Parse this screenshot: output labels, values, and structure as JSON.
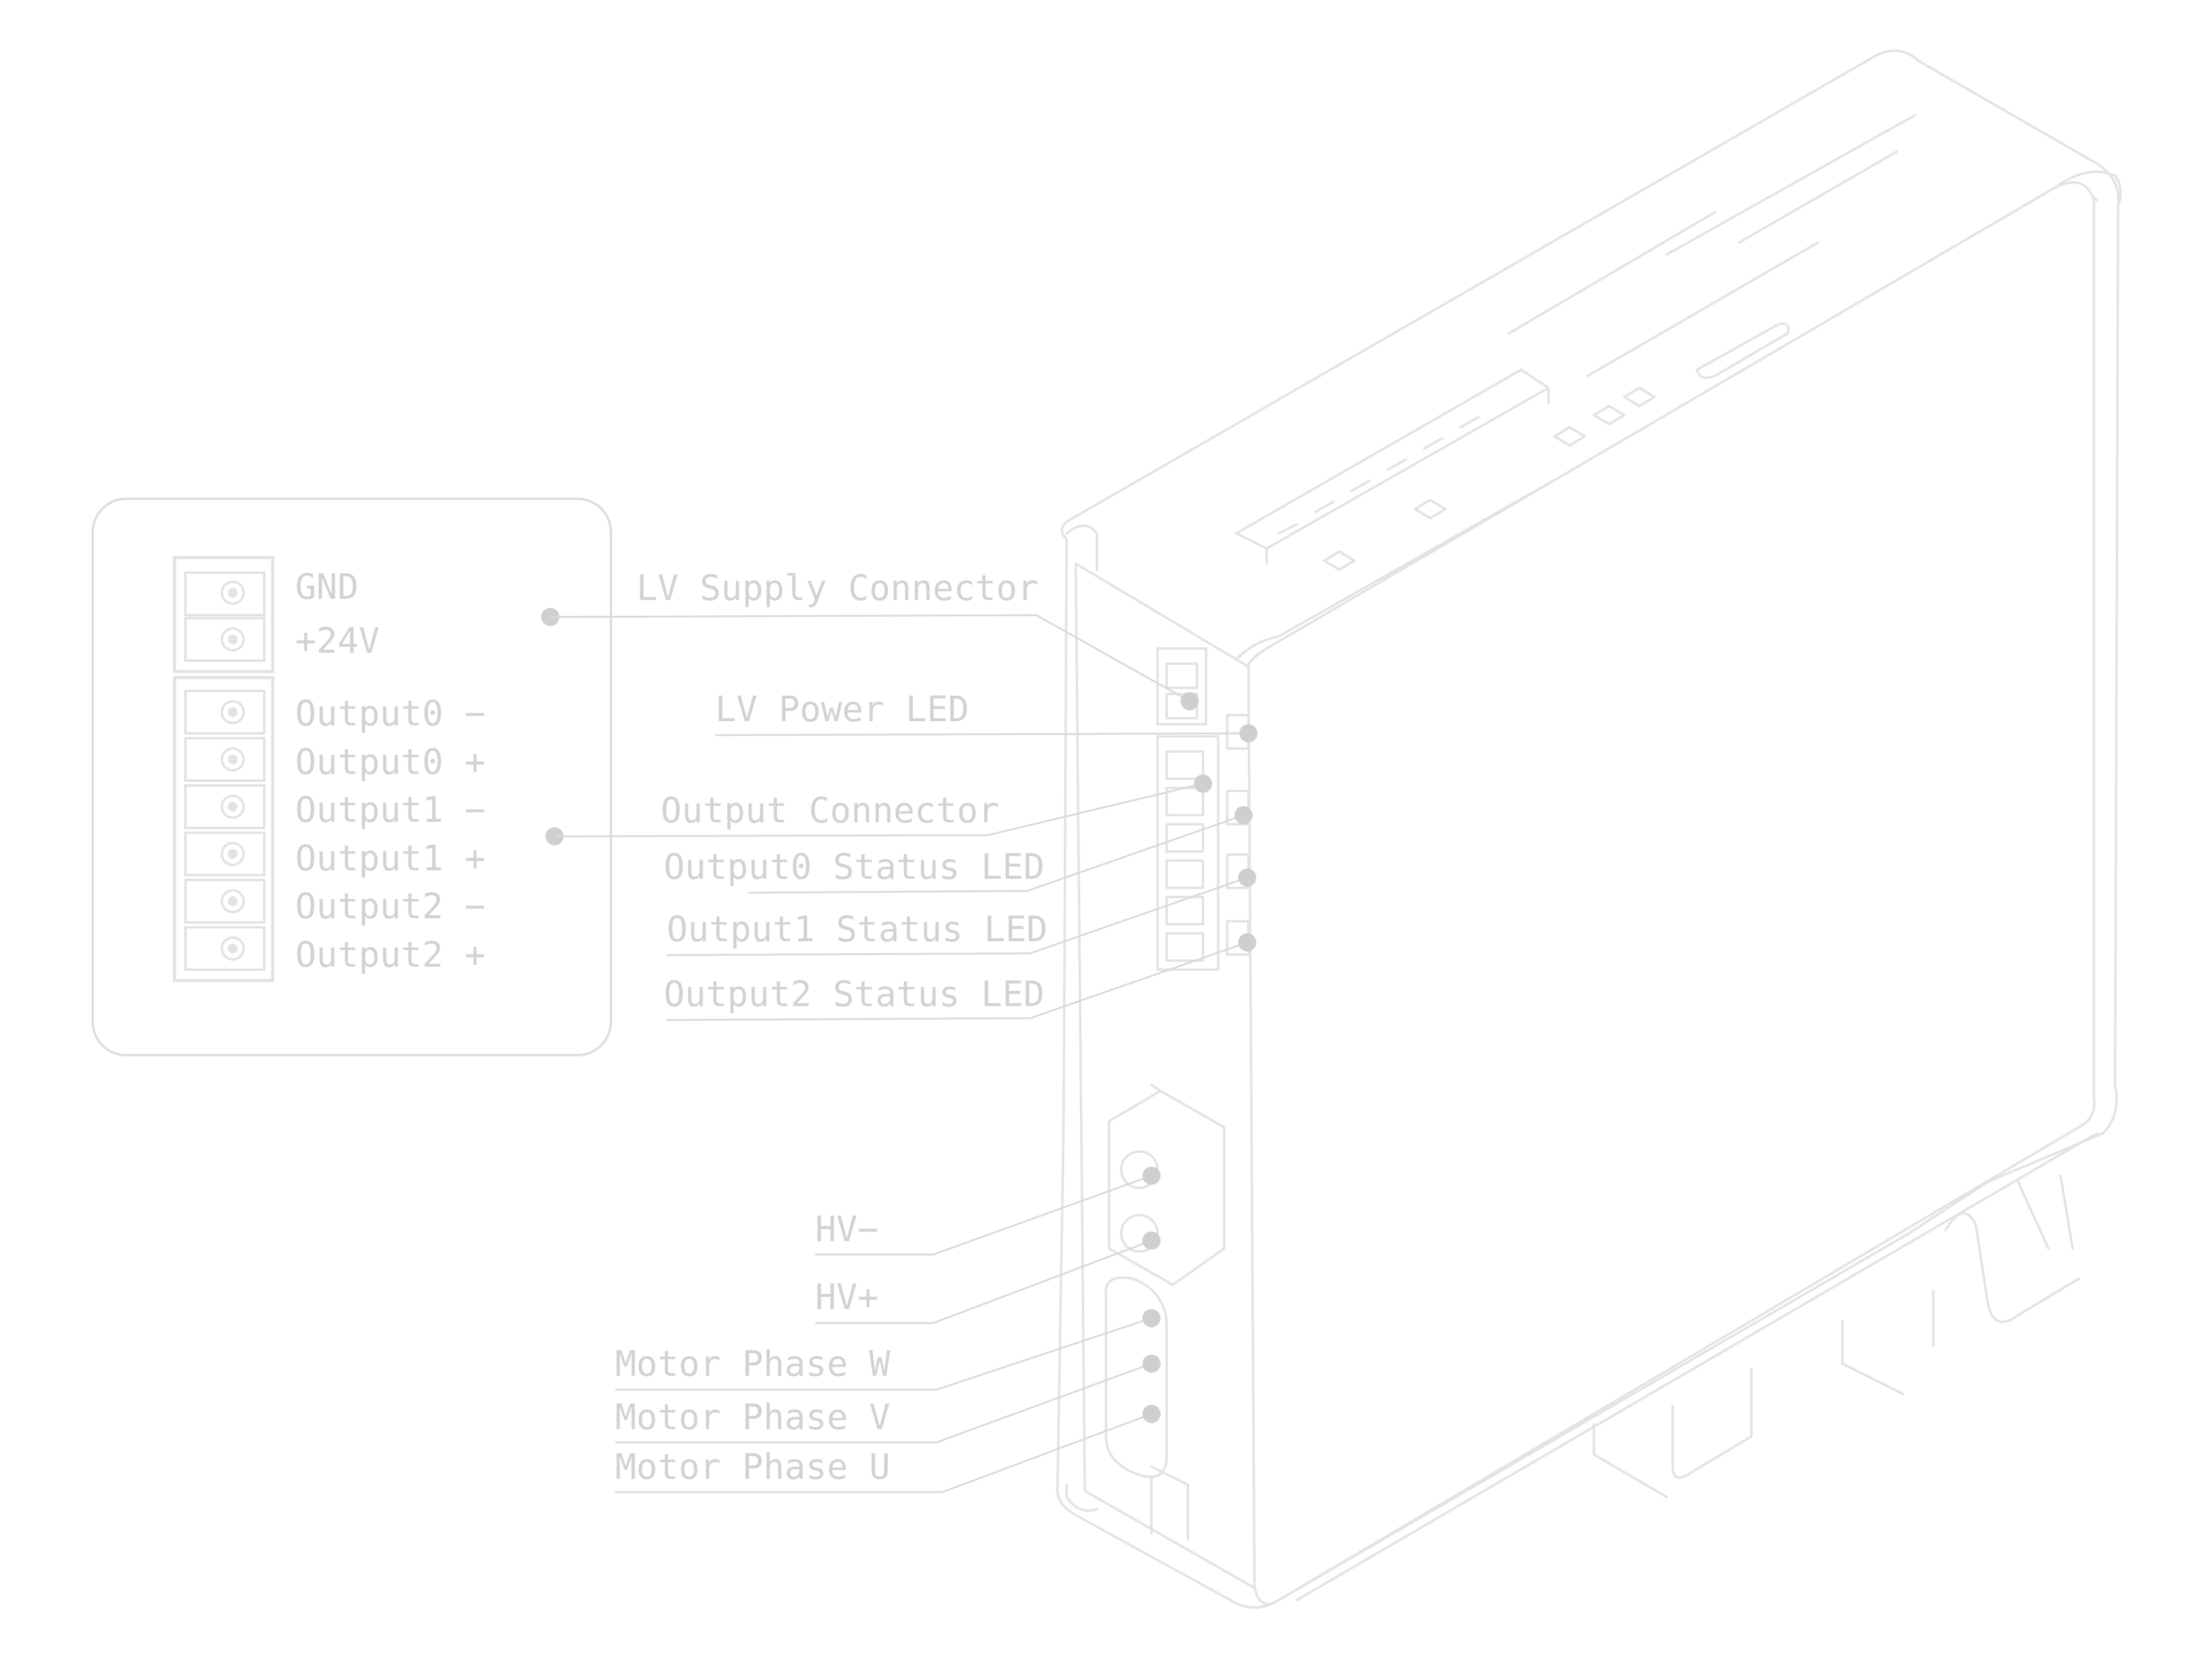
{
  "inset": {
    "lv_pins": [
      "GND",
      "+24V"
    ],
    "output_pins": [
      "Output0 −",
      "Output0 +",
      "Output1 −",
      "Output1 +",
      "Output2 −",
      "Output2 +"
    ]
  },
  "callouts": {
    "lv_supply_connector": "LV Supply Connector",
    "lv_power_led": "LV Power LED",
    "output_connector": "Output Connector",
    "output0_status_led": "Output0 Status LED",
    "output1_status_led": "Output1 Status LED",
    "output2_status_led": "Output2 Status LED",
    "hv_minus": "HV−",
    "hv_plus": "HV+",
    "motor_phase_w": "Motor Phase W",
    "motor_phase_v": "Motor Phase V",
    "motor_phase_u": "Motor Phase U"
  },
  "colors": {
    "text": "#d2d2d2",
    "line": "#d9d9d9",
    "device_outline": "#e3e3e3",
    "dot": "#cfcfcf"
  }
}
